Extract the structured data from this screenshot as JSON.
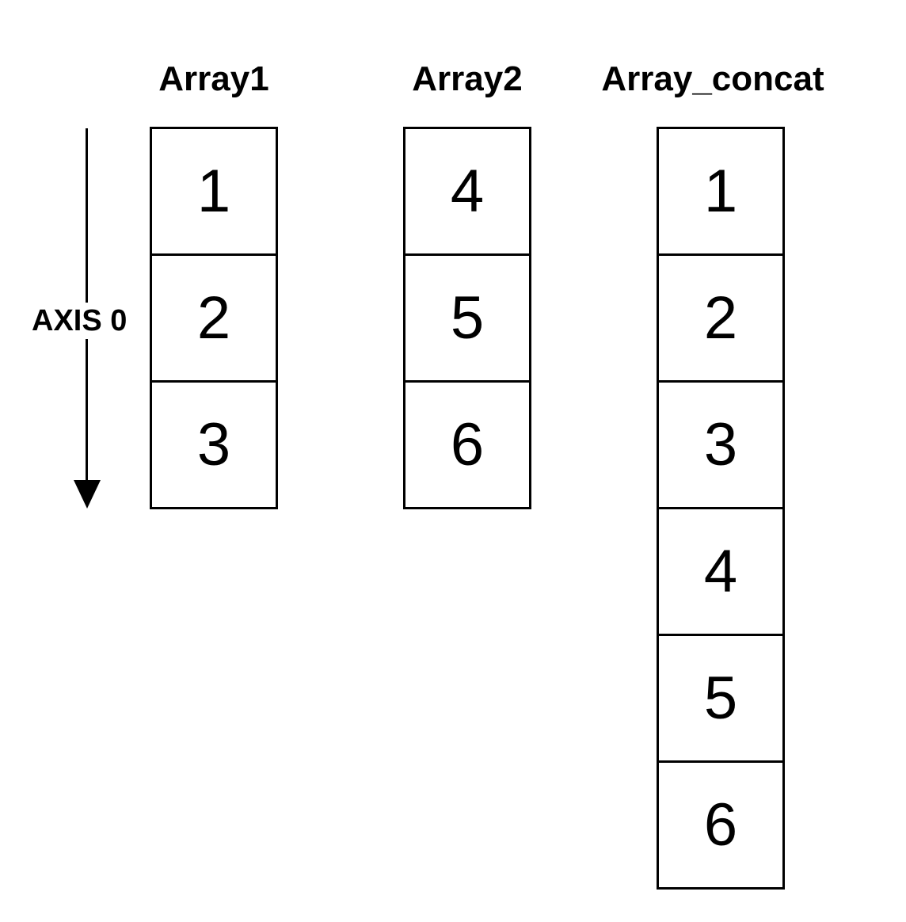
{
  "arrays": [
    {
      "title": "Array1",
      "values": [
        "1",
        "2",
        "3"
      ]
    },
    {
      "title": "Array2",
      "values": [
        "4",
        "5",
        "6"
      ]
    },
    {
      "title": "Array_concat",
      "values": [
        "1",
        "2",
        "3",
        "4",
        "5",
        "6"
      ]
    }
  ],
  "axis": {
    "label": "AXIS 0",
    "direction": "down"
  },
  "colors": {
    "stroke": "#000000",
    "background": "#ffffff",
    "text": "#000000"
  },
  "icons": {
    "axis_arrow": "arrow-down-icon"
  }
}
